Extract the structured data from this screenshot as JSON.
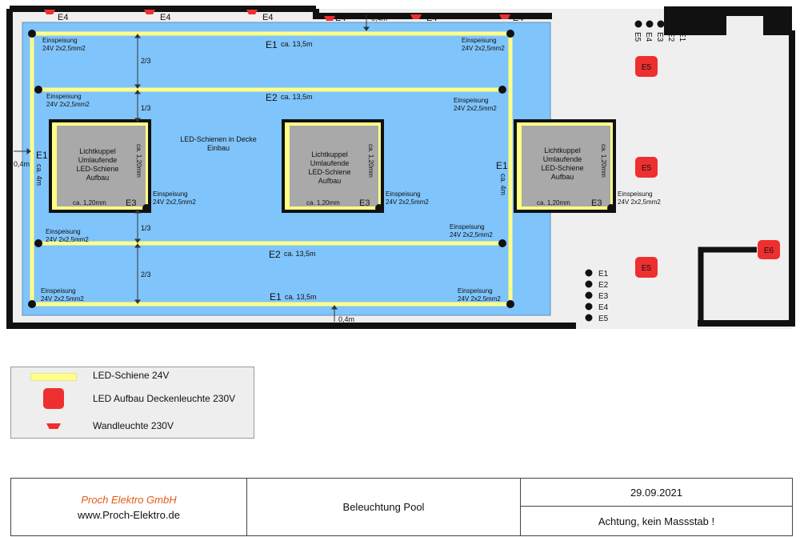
{
  "plan": {
    "wall_labels": [
      "E4",
      "E4",
      "E4",
      "E4",
      "E4",
      "E4"
    ],
    "dimensions": {
      "top_gap": "0,4m",
      "bottom_gap": "0,4m",
      "left_gap": "0,4m",
      "fraction_top": "2/3",
      "fraction_upper": "1/3",
      "fraction_lower": "1/3",
      "fraction_bottom": "2/3"
    },
    "strips": {
      "top": {
        "code": "E1",
        "length": "ca. 13,5m"
      },
      "upper": {
        "code": "E2",
        "length": "ca. 13,5m"
      },
      "lower": {
        "code": "E2",
        "length": "ca. 13,5m"
      },
      "bottom": {
        "code": "E1",
        "length": "ca. 13,5m"
      },
      "left": {
        "code": "E1",
        "length": "ca. 4m"
      },
      "right": {
        "code": "E1",
        "length": "ca. 4m"
      }
    },
    "feed": {
      "line1": "Einspeisung",
      "line2": "24V 2x2,5mm2"
    },
    "center_note": {
      "line1": "LED-Schienen in Decke",
      "line2": "Einbau"
    },
    "skylight": {
      "lines": [
        "Lichtkuppel",
        "Umlaufende",
        "LED-Schiene",
        "Aufbau"
      ],
      "width": "ca. 1,20mm",
      "height": "ca. 1,20mm",
      "code": "E3"
    },
    "switches_top": [
      "E1",
      "E2",
      "E3",
      "E4",
      "E5"
    ],
    "switches_bottom": [
      "E1",
      "E2",
      "E3",
      "E4",
      "E5"
    ],
    "ceiling_lights": [
      "E5",
      "E5",
      "E5"
    ],
    "e6_light": "E6"
  },
  "legend": {
    "led_strip": "LED-Schiene 24V",
    "ceiling_light": "LED Aufbau Deckenleuchte 230V",
    "wall_light": "Wandleuchte 230V"
  },
  "titleblock": {
    "company": "Proch Elektro GmbH",
    "website": "www.Proch-Elektro.de",
    "project": "Beleuchtung Pool",
    "date": "29.09.2021",
    "note": "Achtung, kein Massstab !"
  },
  "colors": {
    "pool": "#7fc4fb",
    "led": "#ffff88",
    "light": "#ee2f2f",
    "room": "#efefef",
    "skylight": "#a9a9a9"
  }
}
